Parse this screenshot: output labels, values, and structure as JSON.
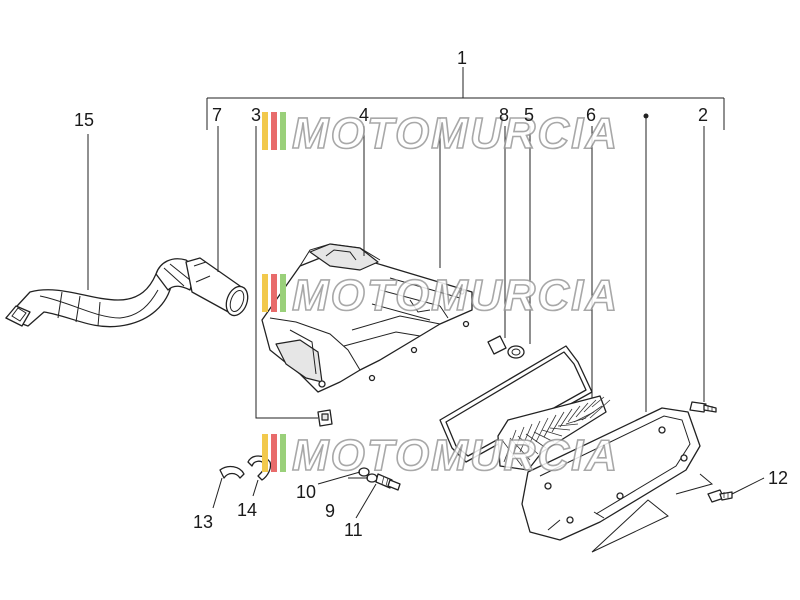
{
  "diagram": {
    "callouts": [
      {
        "id": "c1",
        "label": "1"
      },
      {
        "id": "c2",
        "label": "2"
      },
      {
        "id": "c3",
        "label": "3"
      },
      {
        "id": "c4",
        "label": "4"
      },
      {
        "id": "c5",
        "label": "5"
      },
      {
        "id": "c6",
        "label": "6"
      },
      {
        "id": "c7",
        "label": "7"
      },
      {
        "id": "c8",
        "label": "8"
      },
      {
        "id": "c9",
        "label": "9"
      },
      {
        "id": "c10",
        "label": "10"
      },
      {
        "id": "c11",
        "label": "11"
      },
      {
        "id": "c12",
        "label": "12"
      },
      {
        "id": "c13",
        "label": "13"
      },
      {
        "id": "c14",
        "label": "14"
      },
      {
        "id": "c15",
        "label": "15"
      }
    ]
  },
  "watermark": {
    "text": "MOTOMURCIA",
    "stripe_colors": [
      "#f2c94c",
      "#e86b6b",
      "#9ad07a"
    ],
    "copies": 3
  }
}
